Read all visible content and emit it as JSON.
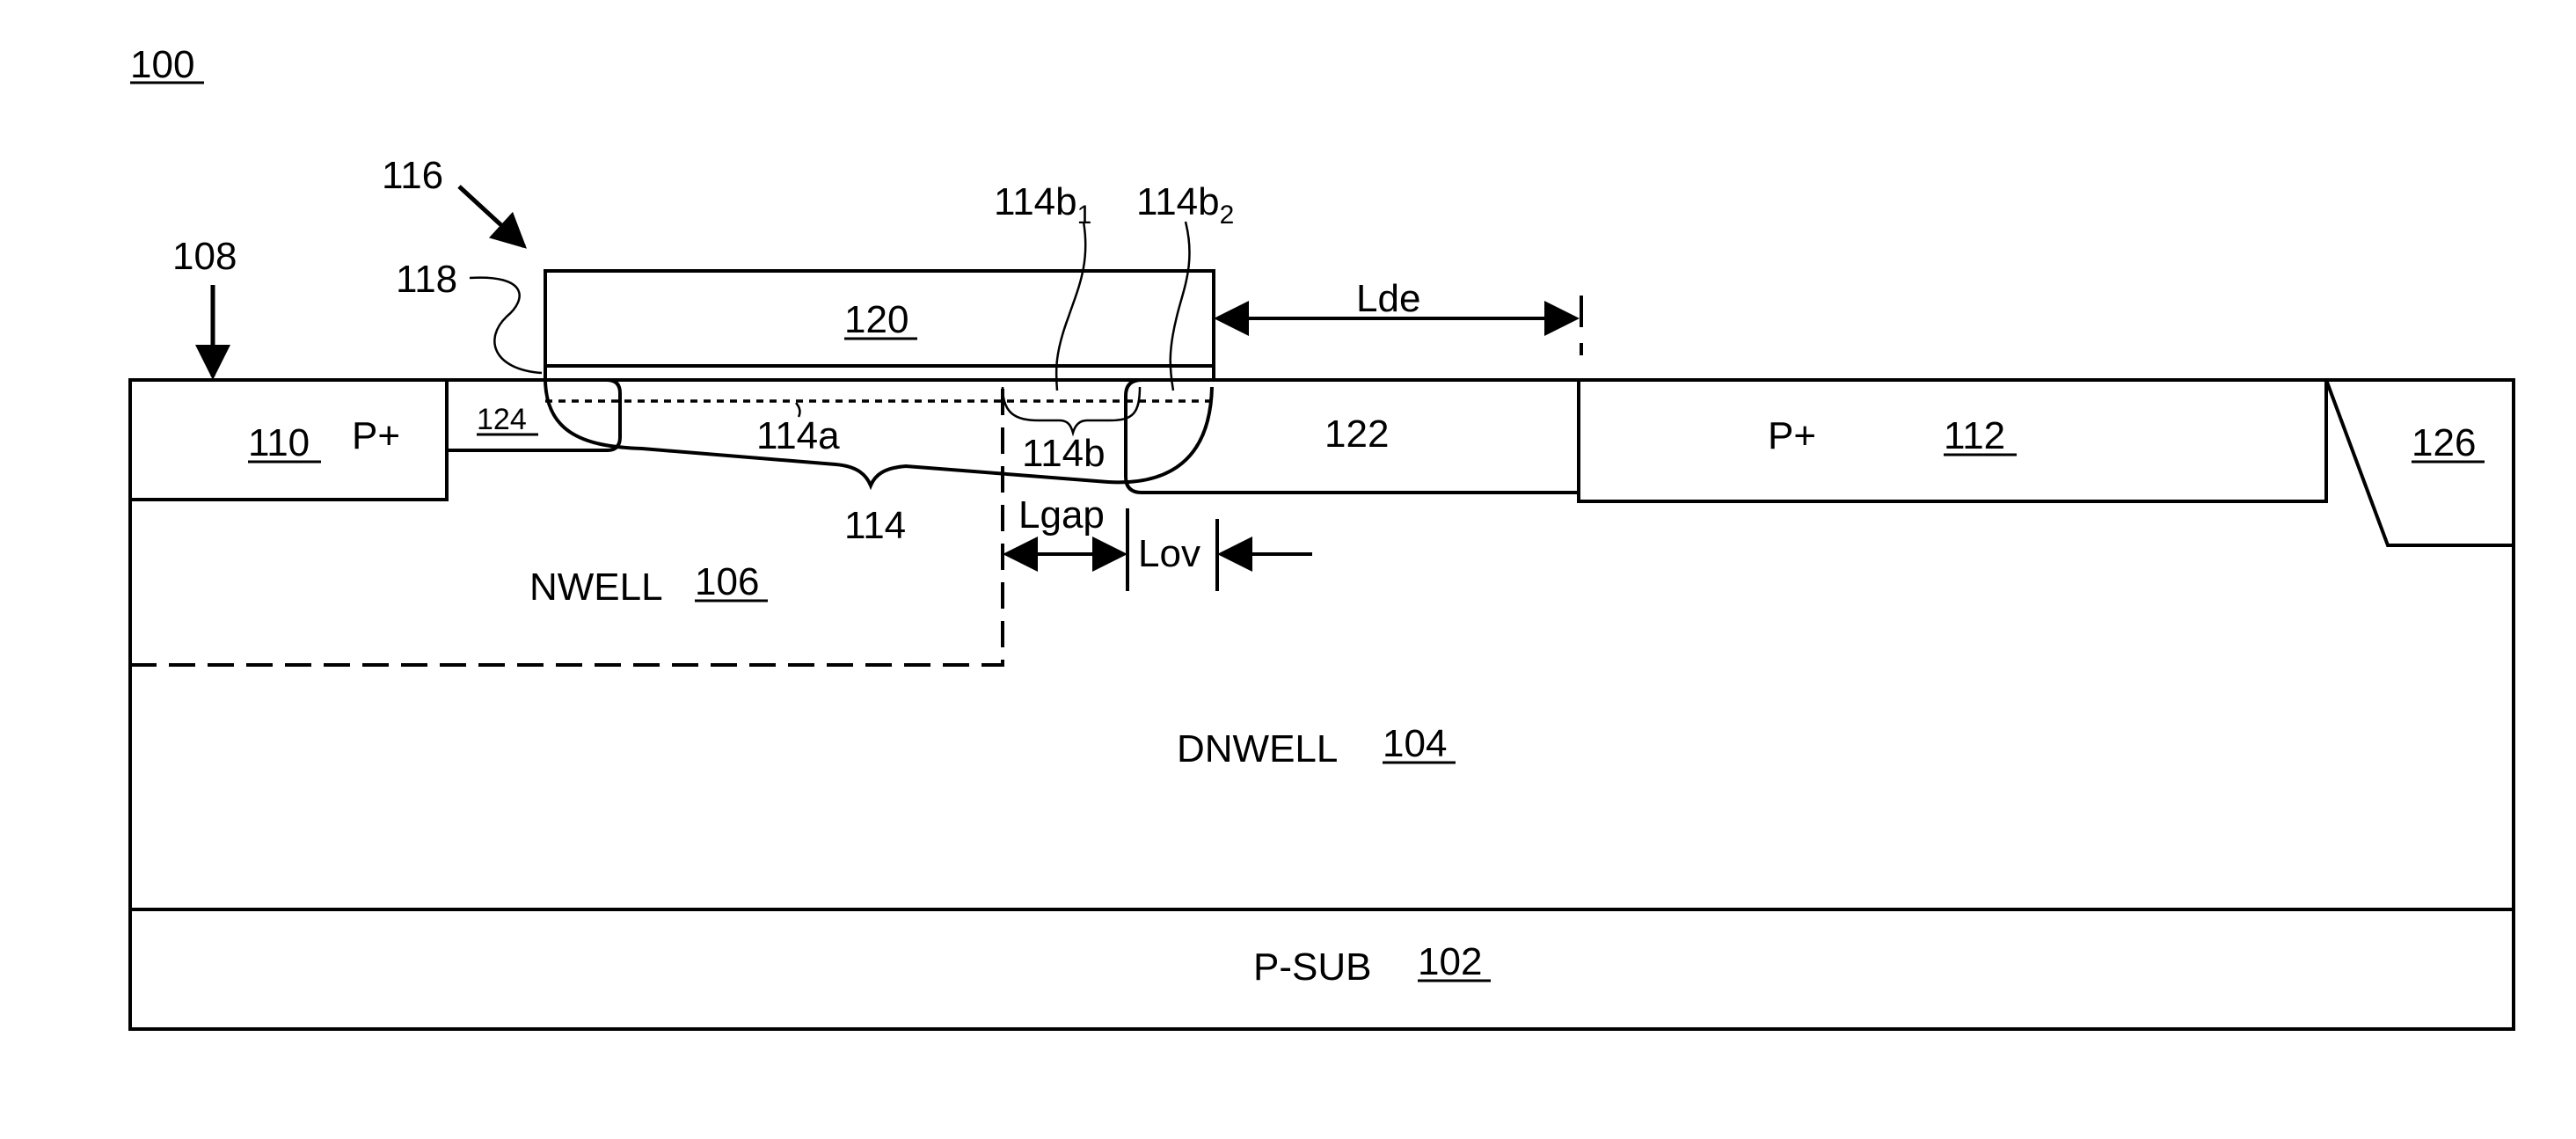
{
  "figure": {
    "ref": "100",
    "labels": {
      "substrate": {
        "name": "P-SUB",
        "ref": "102"
      },
      "dnwell": {
        "name": "DNWELL",
        "ref": "104"
      },
      "nwell": {
        "name": "NWELL",
        "ref": "106"
      },
      "surface": "108",
      "source_p": {
        "ref": "110",
        "type": "P+"
      },
      "drain_p": {
        "type": "P+",
        "ref": "112"
      },
      "channel": "114",
      "channel_a": "114a",
      "channel_b": "114b",
      "channel_b1": "114b",
      "channel_b1_sub": "1",
      "channel_b2": "114b",
      "channel_b2_sub": "2",
      "gate_stack": "116",
      "gate_dielectric": "118",
      "gate": "120",
      "drift": "122",
      "ldd": "124",
      "isolation": "126",
      "lde": "Lde",
      "lgap": "Lgap",
      "lov": "Lov"
    }
  }
}
